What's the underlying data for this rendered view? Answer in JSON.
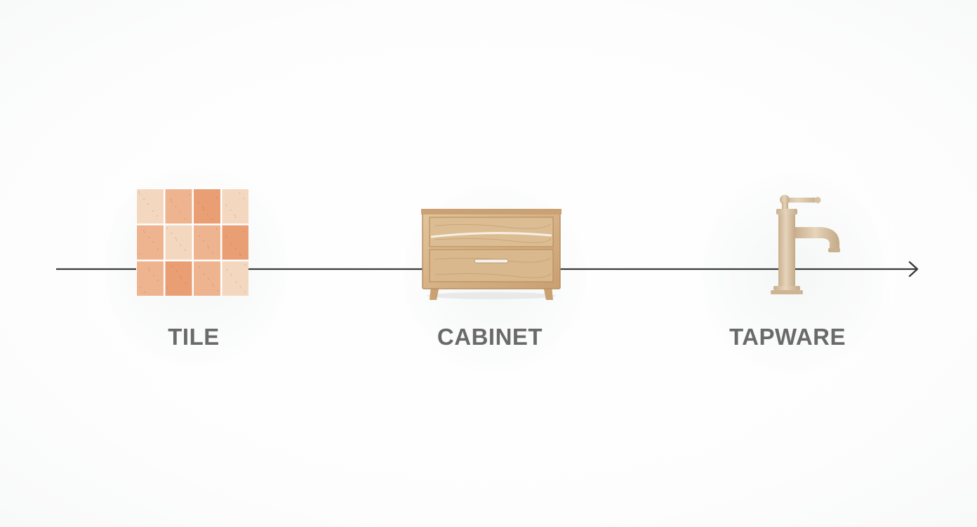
{
  "steps": [
    {
      "label": "TILE",
      "icon": "tile-grid-icon"
    },
    {
      "label": "CABINET",
      "icon": "cabinet-icon"
    },
    {
      "label": "TAPWARE",
      "icon": "faucet-icon"
    }
  ],
  "colors": {
    "line": "#3b3b3b",
    "label": "#6a6a6a",
    "tile_light": "#f3d7bf",
    "tile_mid": "#edb48f",
    "tile_dark": "#e99e73",
    "wood": "#d9b98e",
    "brass": "#d8c2a3"
  }
}
